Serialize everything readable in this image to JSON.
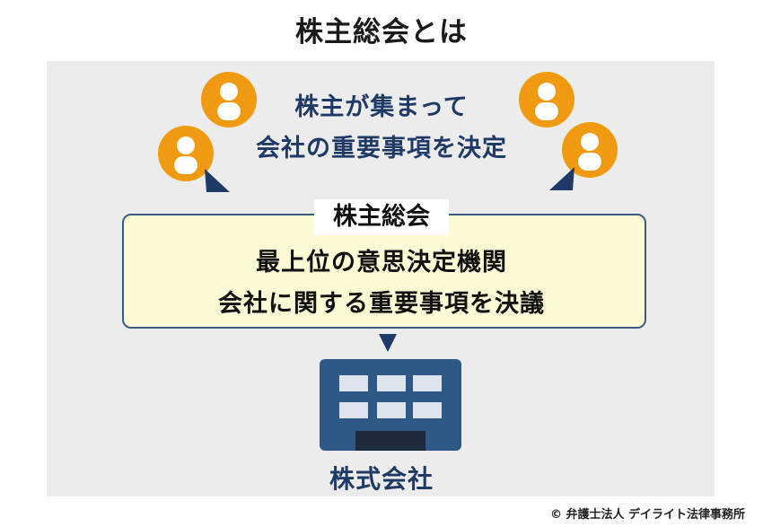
{
  "title": "株主総会とは",
  "headline": {
    "line1": "株主が集まって",
    "line2": "会社の重要事項を決定"
  },
  "meeting": {
    "label": "株主総会",
    "line1": "最上位の意思決定機関",
    "line2": "会社に関する重要事項を決議"
  },
  "company_label": "株式会社",
  "copyright": "© 弁護士法人 デイライト法律事務所",
  "colors": {
    "shareholder_icon": "#ef9a10",
    "navy": "#1f3a66",
    "building": "#2e5886",
    "building_windows": "#dde4ee",
    "box_fill": "#fdfbd6",
    "panel_bg": "#ececec"
  },
  "icons": [
    "person-icon",
    "building-icon",
    "triangle-arrow-icon"
  ]
}
